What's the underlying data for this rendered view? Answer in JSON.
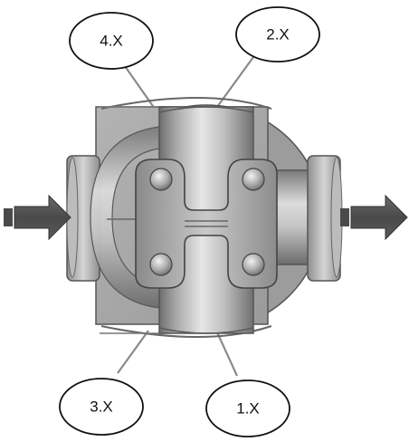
{
  "callouts": [
    {
      "id": "callout-4",
      "label": "4.X"
    },
    {
      "id": "callout-2",
      "label": "2.X"
    },
    {
      "id": "callout-3",
      "label": "3.X"
    },
    {
      "id": "callout-1",
      "label": "1.X"
    }
  ],
  "arrows": {
    "inlet_direction": "right",
    "outlet_direction": "right"
  }
}
